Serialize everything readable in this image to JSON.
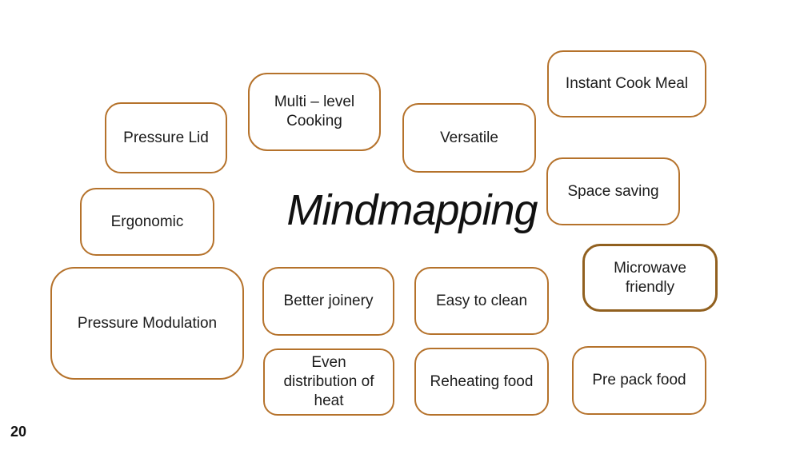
{
  "title": "Mindmapping",
  "page_number": "20",
  "colors": {
    "node_border": "#b5722b",
    "node_border_emphasis": "#91601f",
    "text": "#1b1b1b",
    "background": "#ffffff"
  },
  "nodes": [
    {
      "label": "Pressure Lid"
    },
    {
      "label": "Multi – level Cooking"
    },
    {
      "label": "Versatile"
    },
    {
      "label": "Instant Cook Meal"
    },
    {
      "label": "Space saving"
    },
    {
      "label": "Ergonomic"
    },
    {
      "label": "Microwave friendly"
    },
    {
      "label": "Pressure Modulation"
    },
    {
      "label": "Better joinery"
    },
    {
      "label": "Easy to clean"
    },
    {
      "label": "Even distribution of heat"
    },
    {
      "label": "Reheating food"
    },
    {
      "label": "Pre pack food"
    }
  ]
}
